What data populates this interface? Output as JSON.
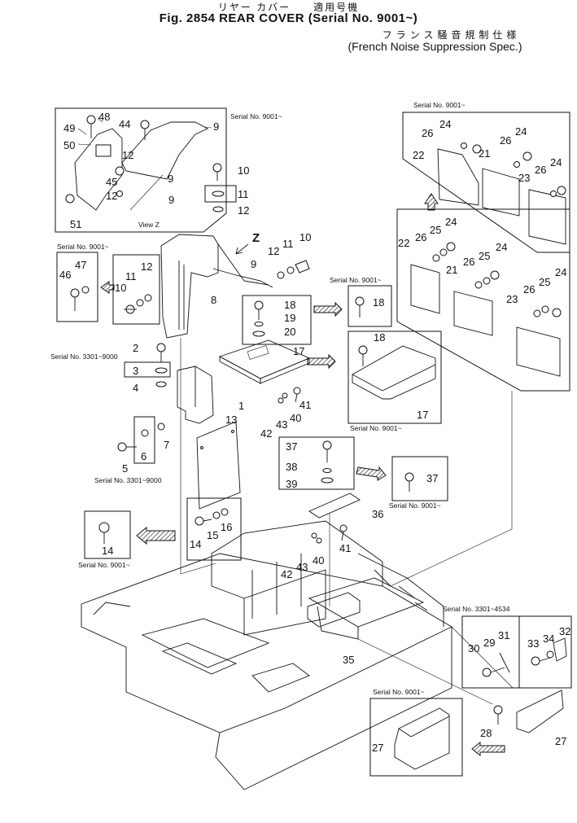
{
  "header": {
    "jp_line1": "リヤー カバー　　適用号機",
    "title": "Fig. 2854 REAR COVER (Serial No. 9001~)",
    "jp_line2": "フランス騒音規制仕様",
    "subtitle": "(French Noise Suppression Spec.)"
  },
  "serial_labels": {
    "s9001": "Serial No. 9001~",
    "s3301_9000": "Serial No. 3301~9000",
    "s3301_4534": "Serial No. 3301~4534",
    "view_z": "View Z",
    "z": "Z"
  },
  "callouts": {
    "n1": "1",
    "n2": "2",
    "n3": "3",
    "n4": "4",
    "n5": "5",
    "n6": "6",
    "n7": "7",
    "n8": "8",
    "n9": "9",
    "n10": "10",
    "n11": "11",
    "n12": "12",
    "n13": "13",
    "n14": "14",
    "n15": "15",
    "n16": "16",
    "n17": "17",
    "n18": "18",
    "n19": "19",
    "n20": "20",
    "n21": "21",
    "n22": "22",
    "n23": "23",
    "n24": "24",
    "n25": "25",
    "n26": "26",
    "n27": "27",
    "n28": "28",
    "n29": "29",
    "n30": "30",
    "n31": "31",
    "n32": "32",
    "n33": "33",
    "n34": "34",
    "n35": "35",
    "n36": "36",
    "n37": "37",
    "n38": "38",
    "n39": "39",
    "n40": "40",
    "n41": "41",
    "n42": "42",
    "n43": "43",
    "n44": "44",
    "n45": "45",
    "n46": "46",
    "n47": "47",
    "n48": "48",
    "n49": "49",
    "n50": "50",
    "n51": "51"
  }
}
